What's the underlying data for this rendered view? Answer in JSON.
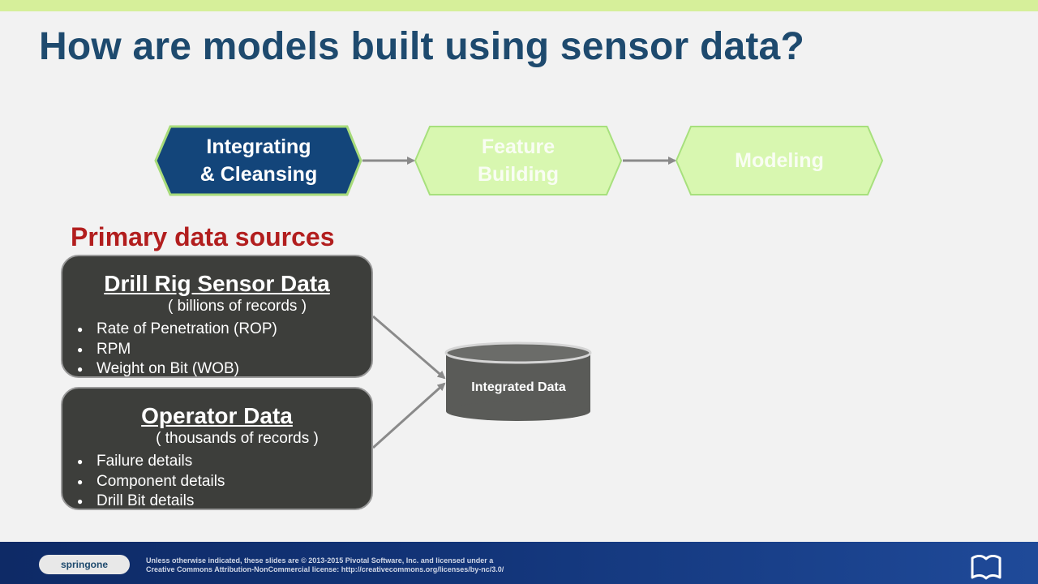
{
  "slide": {
    "title": "How are models built using sensor data?"
  },
  "flow": {
    "steps": [
      {
        "line1": "Integrating",
        "line2": "& Cleansing",
        "state": "active"
      },
      {
        "line1": "Feature",
        "line2": "Building",
        "state": "inactive"
      },
      {
        "line1": "Modeling",
        "line2": "",
        "state": "inactive"
      }
    ]
  },
  "sources": {
    "heading": "Primary data sources",
    "drill": {
      "title": "Drill Rig Sensor Data",
      "subtitle": "( billions of records )",
      "items": [
        "Rate of Penetration (ROP)",
        "RPM",
        "Weight on Bit (WOB)"
      ]
    },
    "operator": {
      "title": "Operator Data",
      "subtitle": "( thousands of records )",
      "items": [
        "Failure details",
        "Component details",
        "Drill Bit details"
      ]
    }
  },
  "target": {
    "label": "Integrated Data"
  },
  "footer": {
    "logo_text": "springone",
    "license_line1": "Unless otherwise indicated, these slides are © 2013-2015 Pivotal Software, Inc. and licensed under a",
    "license_line2": "Creative Commons Attribution-NonCommercial license: http://creativecommons.org/licenses/by-nc/3.0/"
  },
  "colors": {
    "title": "#1e4a6e",
    "active_step": "#13457a",
    "inactive_step": "#d8f7b0",
    "heading": "#b21e1e",
    "source_box": "#3d3e3b",
    "footer": "#123478"
  }
}
